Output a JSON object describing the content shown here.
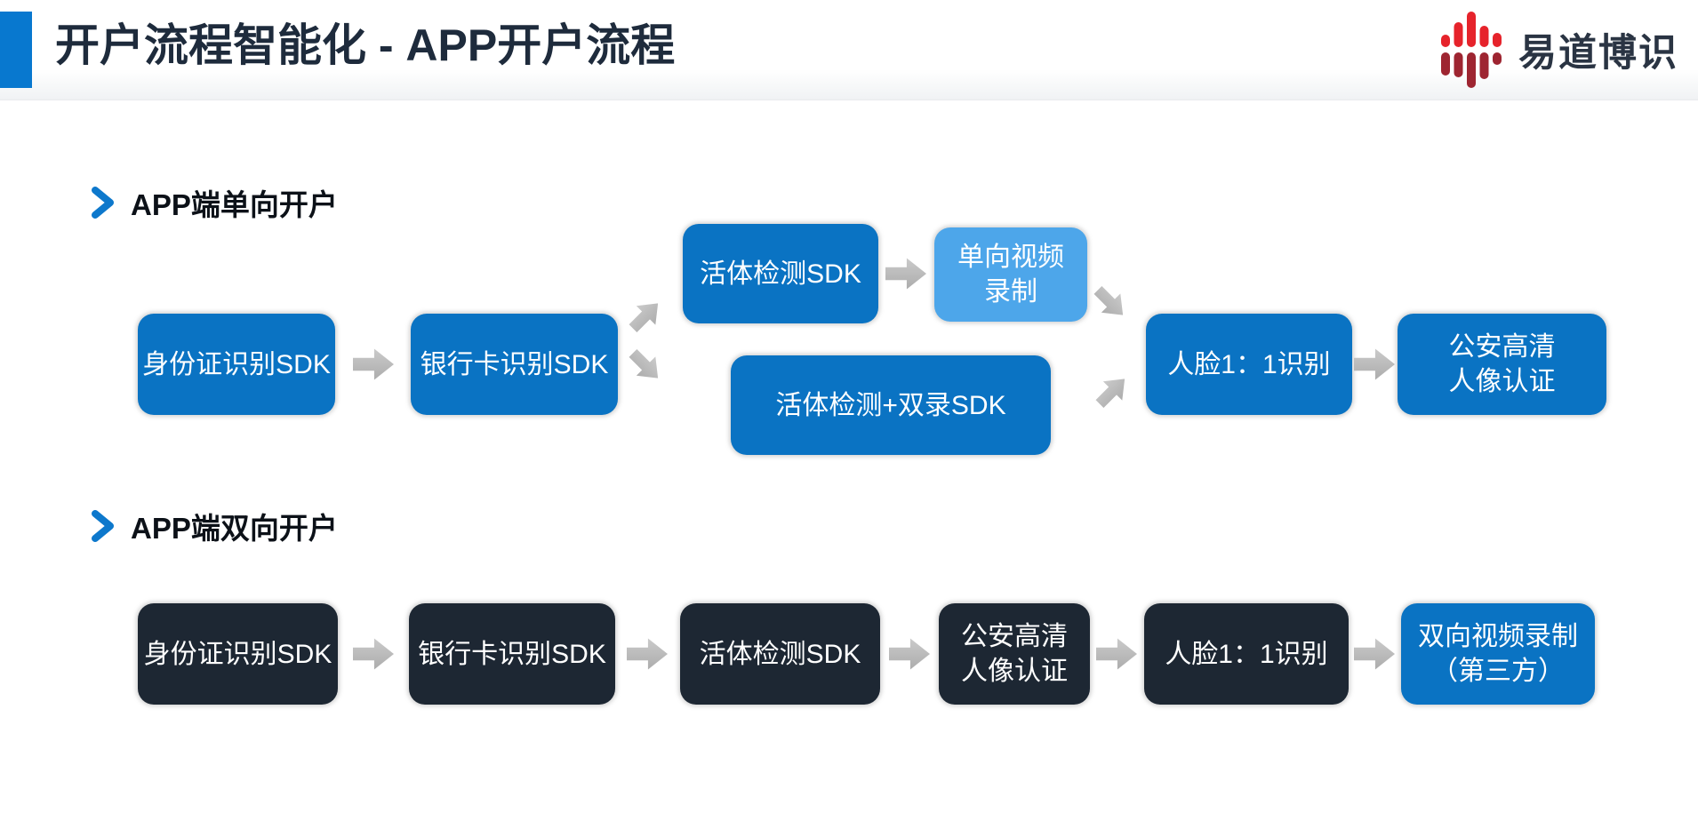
{
  "header": {
    "title": "开户流程智能化 - APP开户流程",
    "logo_text": "易道博识"
  },
  "icons": {
    "logo_icon": "waveform-bars-icon",
    "section_marker": "chevron-right-icon",
    "connector": "block-arrow-icon"
  },
  "colors": {
    "accent_bar": "#0878cf",
    "primary_blue": "#0a73c3",
    "light_blue": "#4da6ea",
    "dark_navy": "#1d2733",
    "arrow_gray": "#b9b9b9",
    "logo_red": "#e6232b",
    "logo_dark_red": "#9e2531",
    "title_text": "#1e2b3c",
    "chevron_blue": "#0d78cc"
  },
  "sections": {
    "one_way": {
      "label": "APP端单向开户"
    },
    "two_way": {
      "label": "APP端双向开户"
    }
  },
  "flow_one_way": {
    "nodes": [
      {
        "label": "身份证识别SDK"
      },
      {
        "label": "银行卡识别SDK"
      },
      {
        "label": "活体检测SDK"
      },
      {
        "label": "单向视频\n录制"
      },
      {
        "label": "活体检测+双录SDK"
      },
      {
        "label": "人脸1：1识别"
      },
      {
        "label": "公安高清\n人像认证"
      }
    ]
  },
  "flow_two_way": {
    "nodes": [
      {
        "label": "身份证识别SDK"
      },
      {
        "label": "银行卡识别SDK"
      },
      {
        "label": "活体检测SDK"
      },
      {
        "label": "公安高清\n人像认证"
      },
      {
        "label": "人脸1：1识别"
      },
      {
        "label": "双向视频录制\n（第三方）"
      }
    ]
  }
}
